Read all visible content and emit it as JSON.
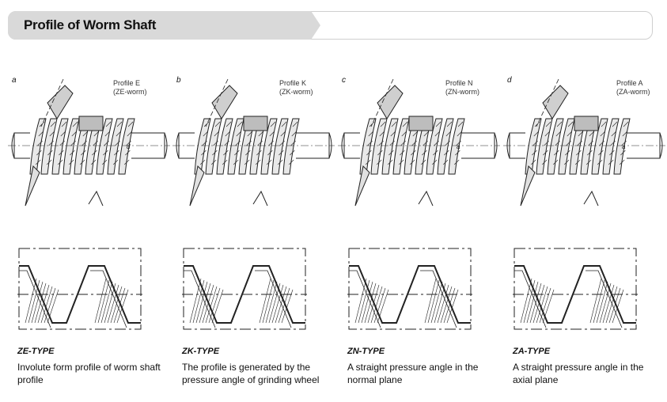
{
  "header": {
    "title": "Profile of Worm Shaft"
  },
  "panels": [
    {
      "letter": "a",
      "profile_label": "Profile E",
      "profile_code": "(ZE-worm)",
      "type_name": "ZE-TYPE",
      "description": "Involute form profile of worm shaft profile",
      "dim_label": "d"
    },
    {
      "letter": "b",
      "profile_label": "Profile K",
      "profile_code": "(ZK-worm)",
      "type_name": "ZK-TYPE",
      "description": "The profile is generated by the pressure angle of grinding wheel",
      "dim_label": ""
    },
    {
      "letter": "c",
      "profile_label": "Profile N",
      "profile_code": "(ZN-worm)",
      "type_name": "ZN-TYPE",
      "description": "A straight pressure angle in the normal plane",
      "dim_label": "a"
    },
    {
      "letter": "d",
      "profile_label": "Profile A",
      "profile_code": "(ZA-worm)",
      "type_name": "ZA-TYPE",
      "description": "A straight pressure angle in the axial plane",
      "dim_label": "a"
    }
  ],
  "colors": {
    "header_tab": "#d9d9d9",
    "line": "#222222"
  }
}
